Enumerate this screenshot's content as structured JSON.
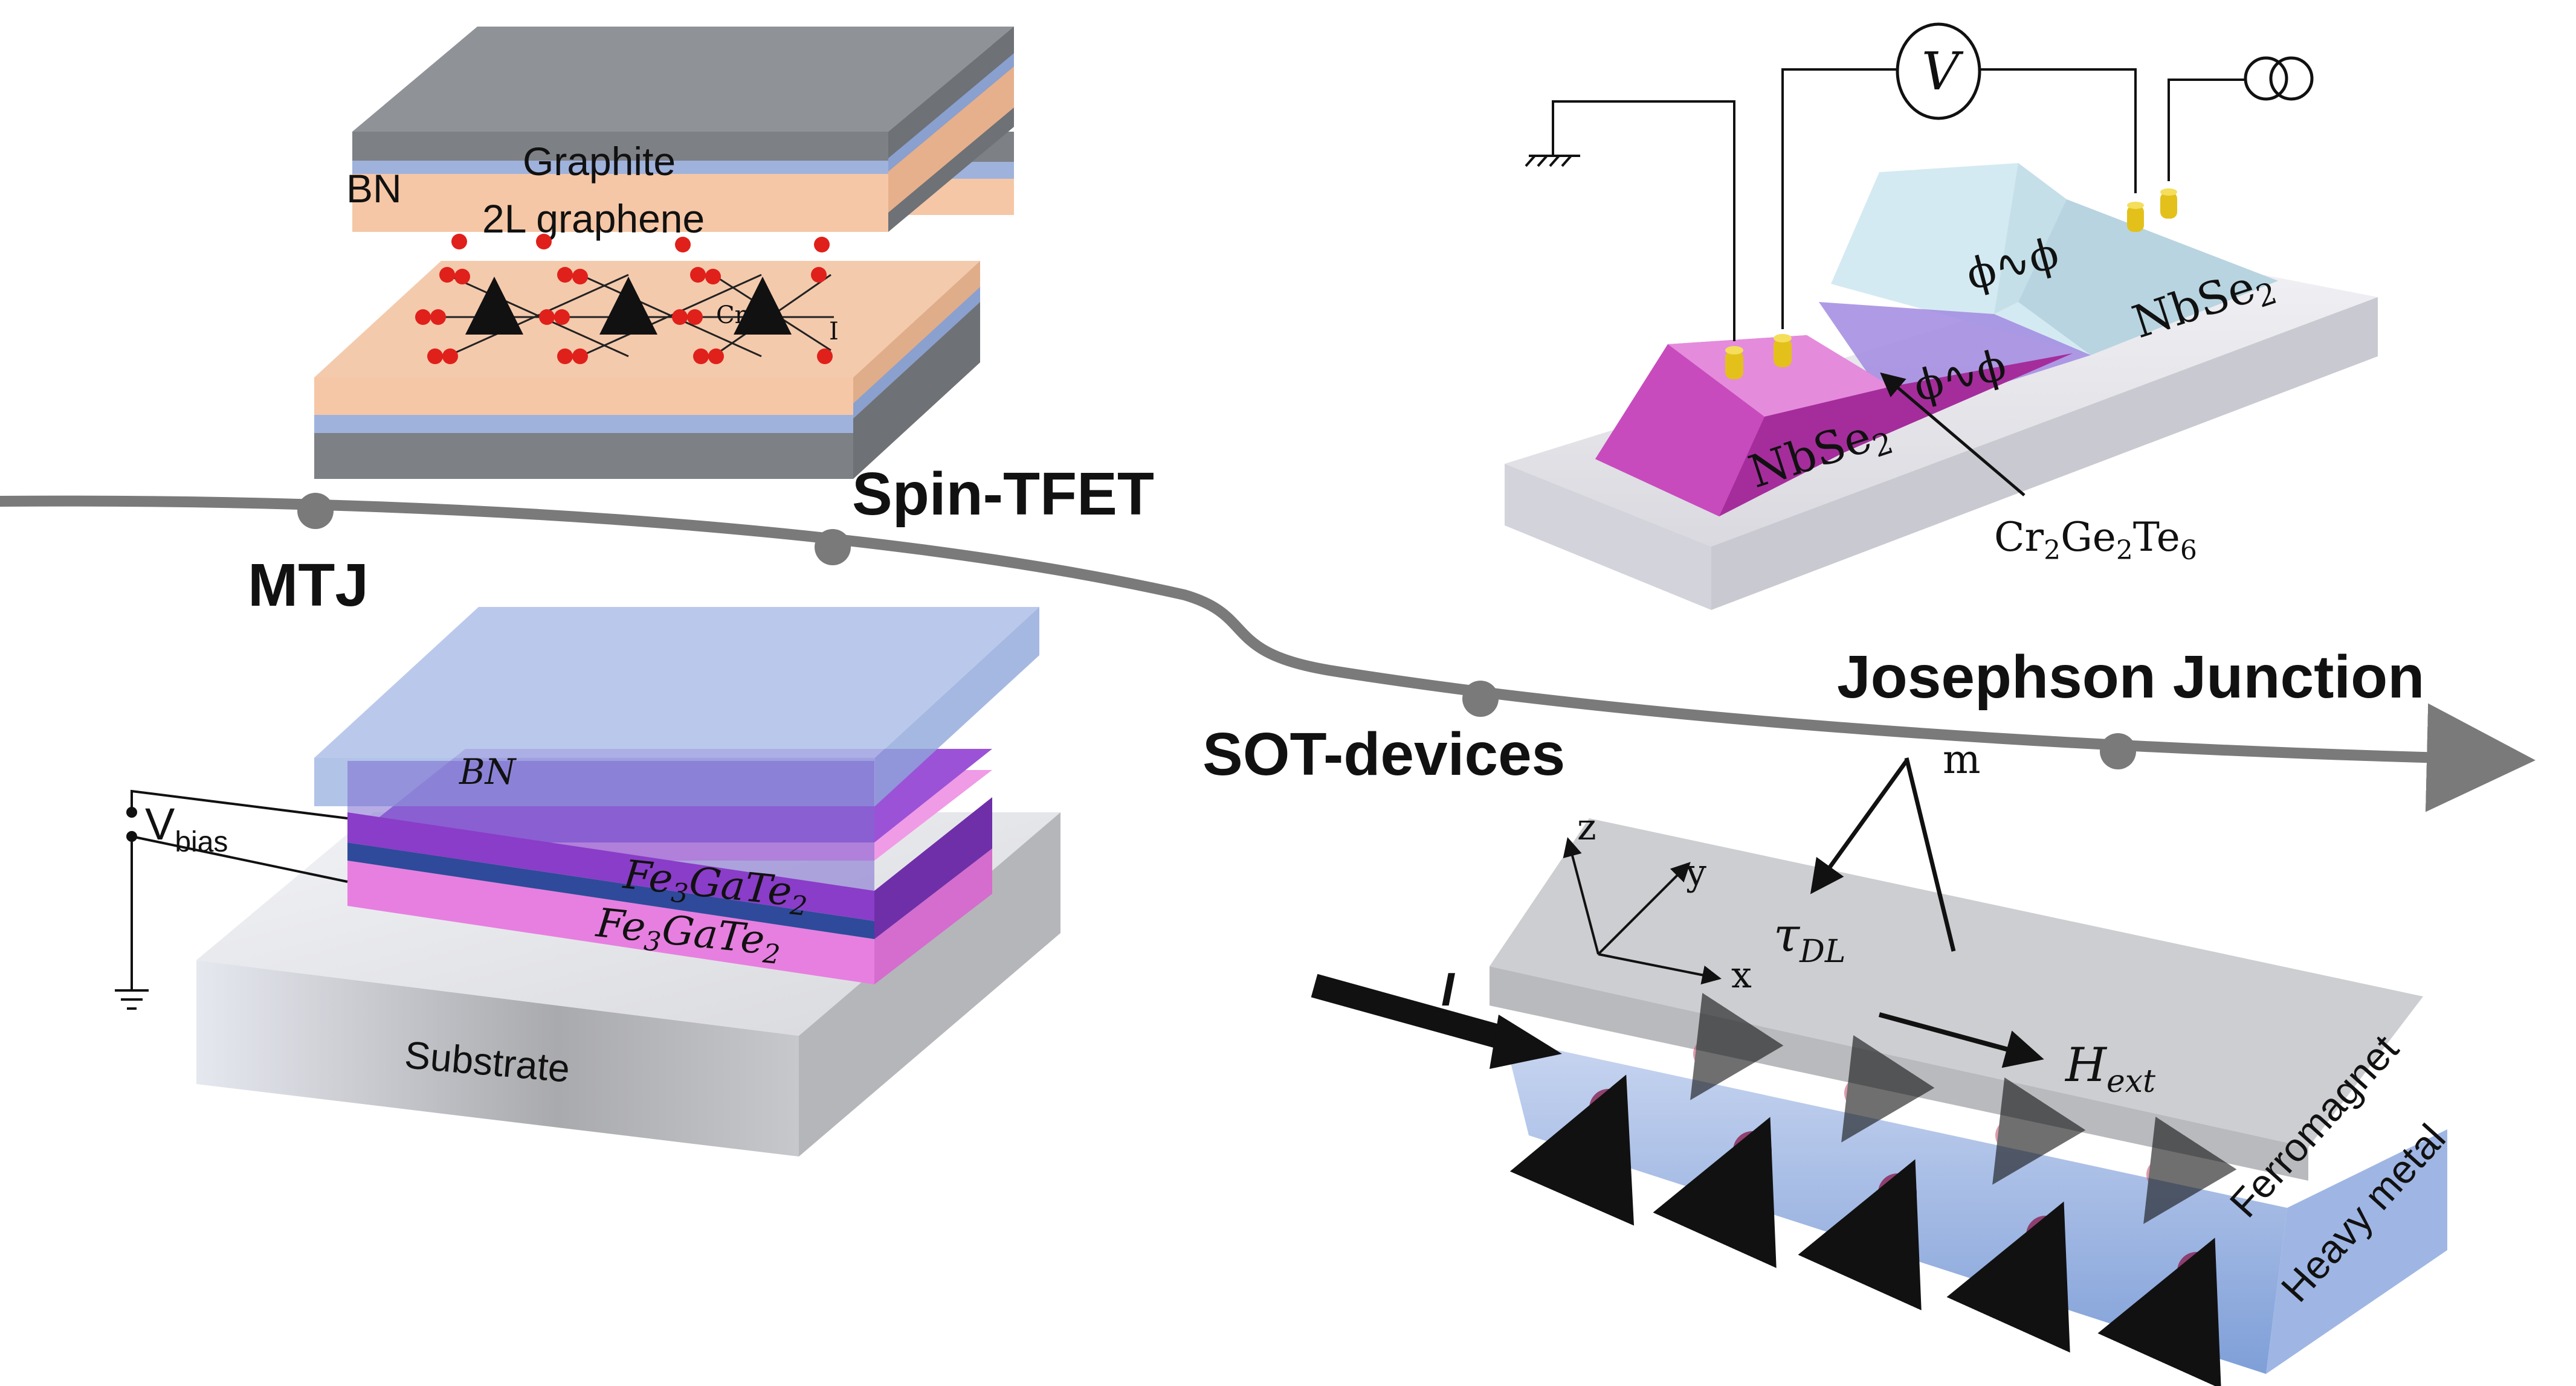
{
  "timeline": {
    "milestones": [
      {
        "label": "MTJ"
      },
      {
        "label": "Spin-TFET"
      },
      {
        "label": "SOT-devices"
      },
      {
        "label": "Josephson Junction"
      }
    ]
  },
  "spin_tfet": {
    "graphite": "Graphite",
    "bn": "BN",
    "graphene": "2L graphene",
    "atom_cr": "Cr",
    "atom_i": "I"
  },
  "mtj": {
    "bn": "BN",
    "fe_top": "Fe",
    "fe_top_sub3": "3",
    "fe_top_mid": "GaTe",
    "fe_top_sub2": "2",
    "fe_bot": "Fe",
    "fe_bot_sub3": "3",
    "fe_bot_mid": "GaTe",
    "fe_bot_sub2": "2",
    "substrate": "Substrate",
    "vbias_v": "V",
    "vbias_sub": "bias"
  },
  "josephson": {
    "voltmeter": "V",
    "nbse_left": "NbSe",
    "nbse_left_sub": "2",
    "nbse_right": "NbSe",
    "nbse_right_sub": "2",
    "cgt_cr": "Cr",
    "cgt_cr_sub": "2",
    "cgt_ge": "Ge",
    "cgt_ge_sub": "2",
    "cgt_te": "Te",
    "cgt_te_sub": "6",
    "phase_symbol": "ϕ∿ϕ"
  },
  "sot": {
    "axis_z": "z",
    "axis_y": "y",
    "axis_x": "x",
    "m_label": "m",
    "tau": "τ",
    "tau_sub": "DL",
    "h": "H",
    "h_sub": "ext",
    "current": "I",
    "ferromagnet": "Ferromagnet",
    "heavy_metal": "Heavy metal"
  },
  "colors": {
    "timeline": "#7a7a7a",
    "graphite": "#7d8085",
    "bn_blue": "#9fb2dc",
    "hbn_peach": "#f5c7a6",
    "fgt_purple": "#8a3dc8",
    "fgt_pink": "#e77fe0",
    "nbse_magenta": "#c43fb8",
    "nbse_light": "#cfe6ee",
    "gold": "#e3c11a",
    "sot_grey": "#c9cacd",
    "sot_blue": "#8eaee3"
  }
}
